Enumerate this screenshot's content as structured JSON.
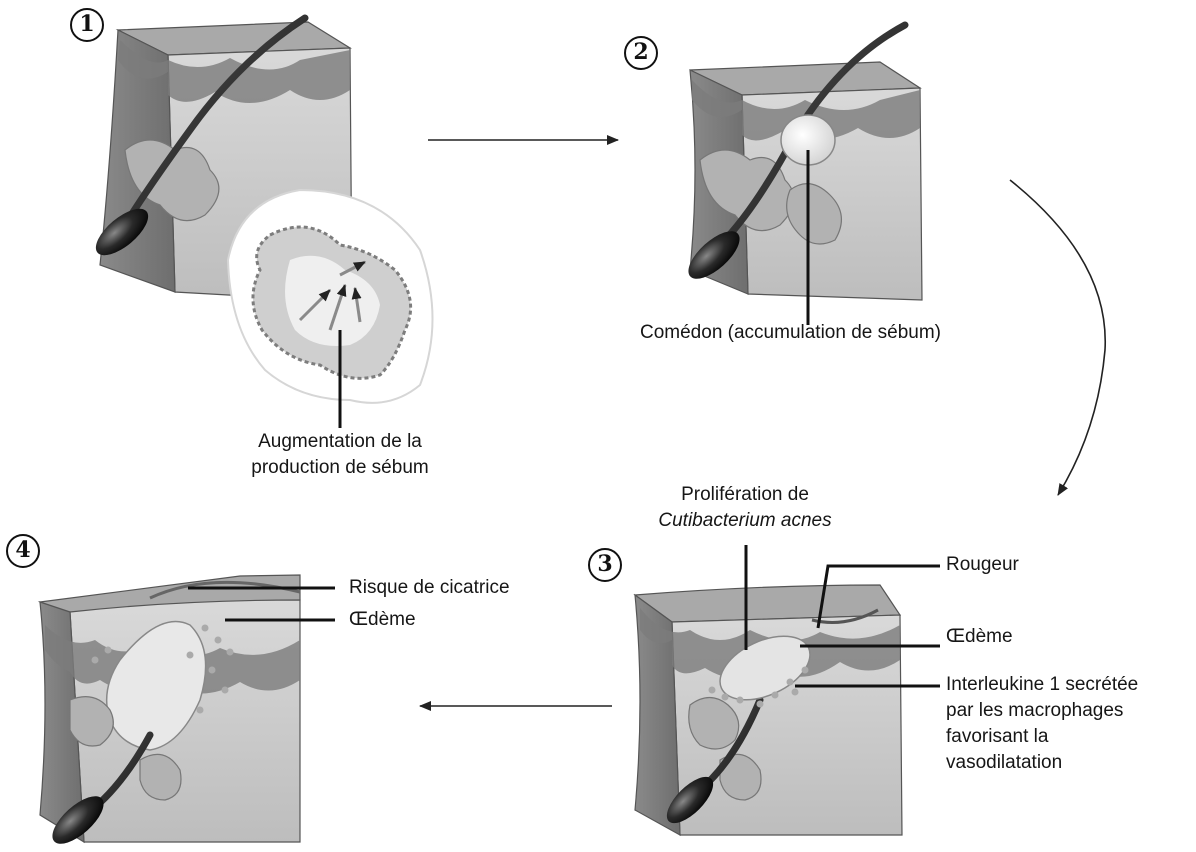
{
  "stages": [
    {
      "number": "1",
      "labels": [
        "Augmentation de la",
        "production de sébum"
      ]
    },
    {
      "number": "2",
      "labels": [
        "Comédon (accumulation de sébum)"
      ]
    },
    {
      "number": "3",
      "labels": [
        "Prolifération de",
        "Cutibacterium acnes",
        "Rougeur",
        "Œdème",
        "Interleukine 1 secrétée",
        "par les macrophages",
        "favorisant la",
        "vasodilatation"
      ]
    },
    {
      "number": "4",
      "labels": [
        "Risque de cicatrice",
        "Œdème"
      ]
    }
  ]
}
